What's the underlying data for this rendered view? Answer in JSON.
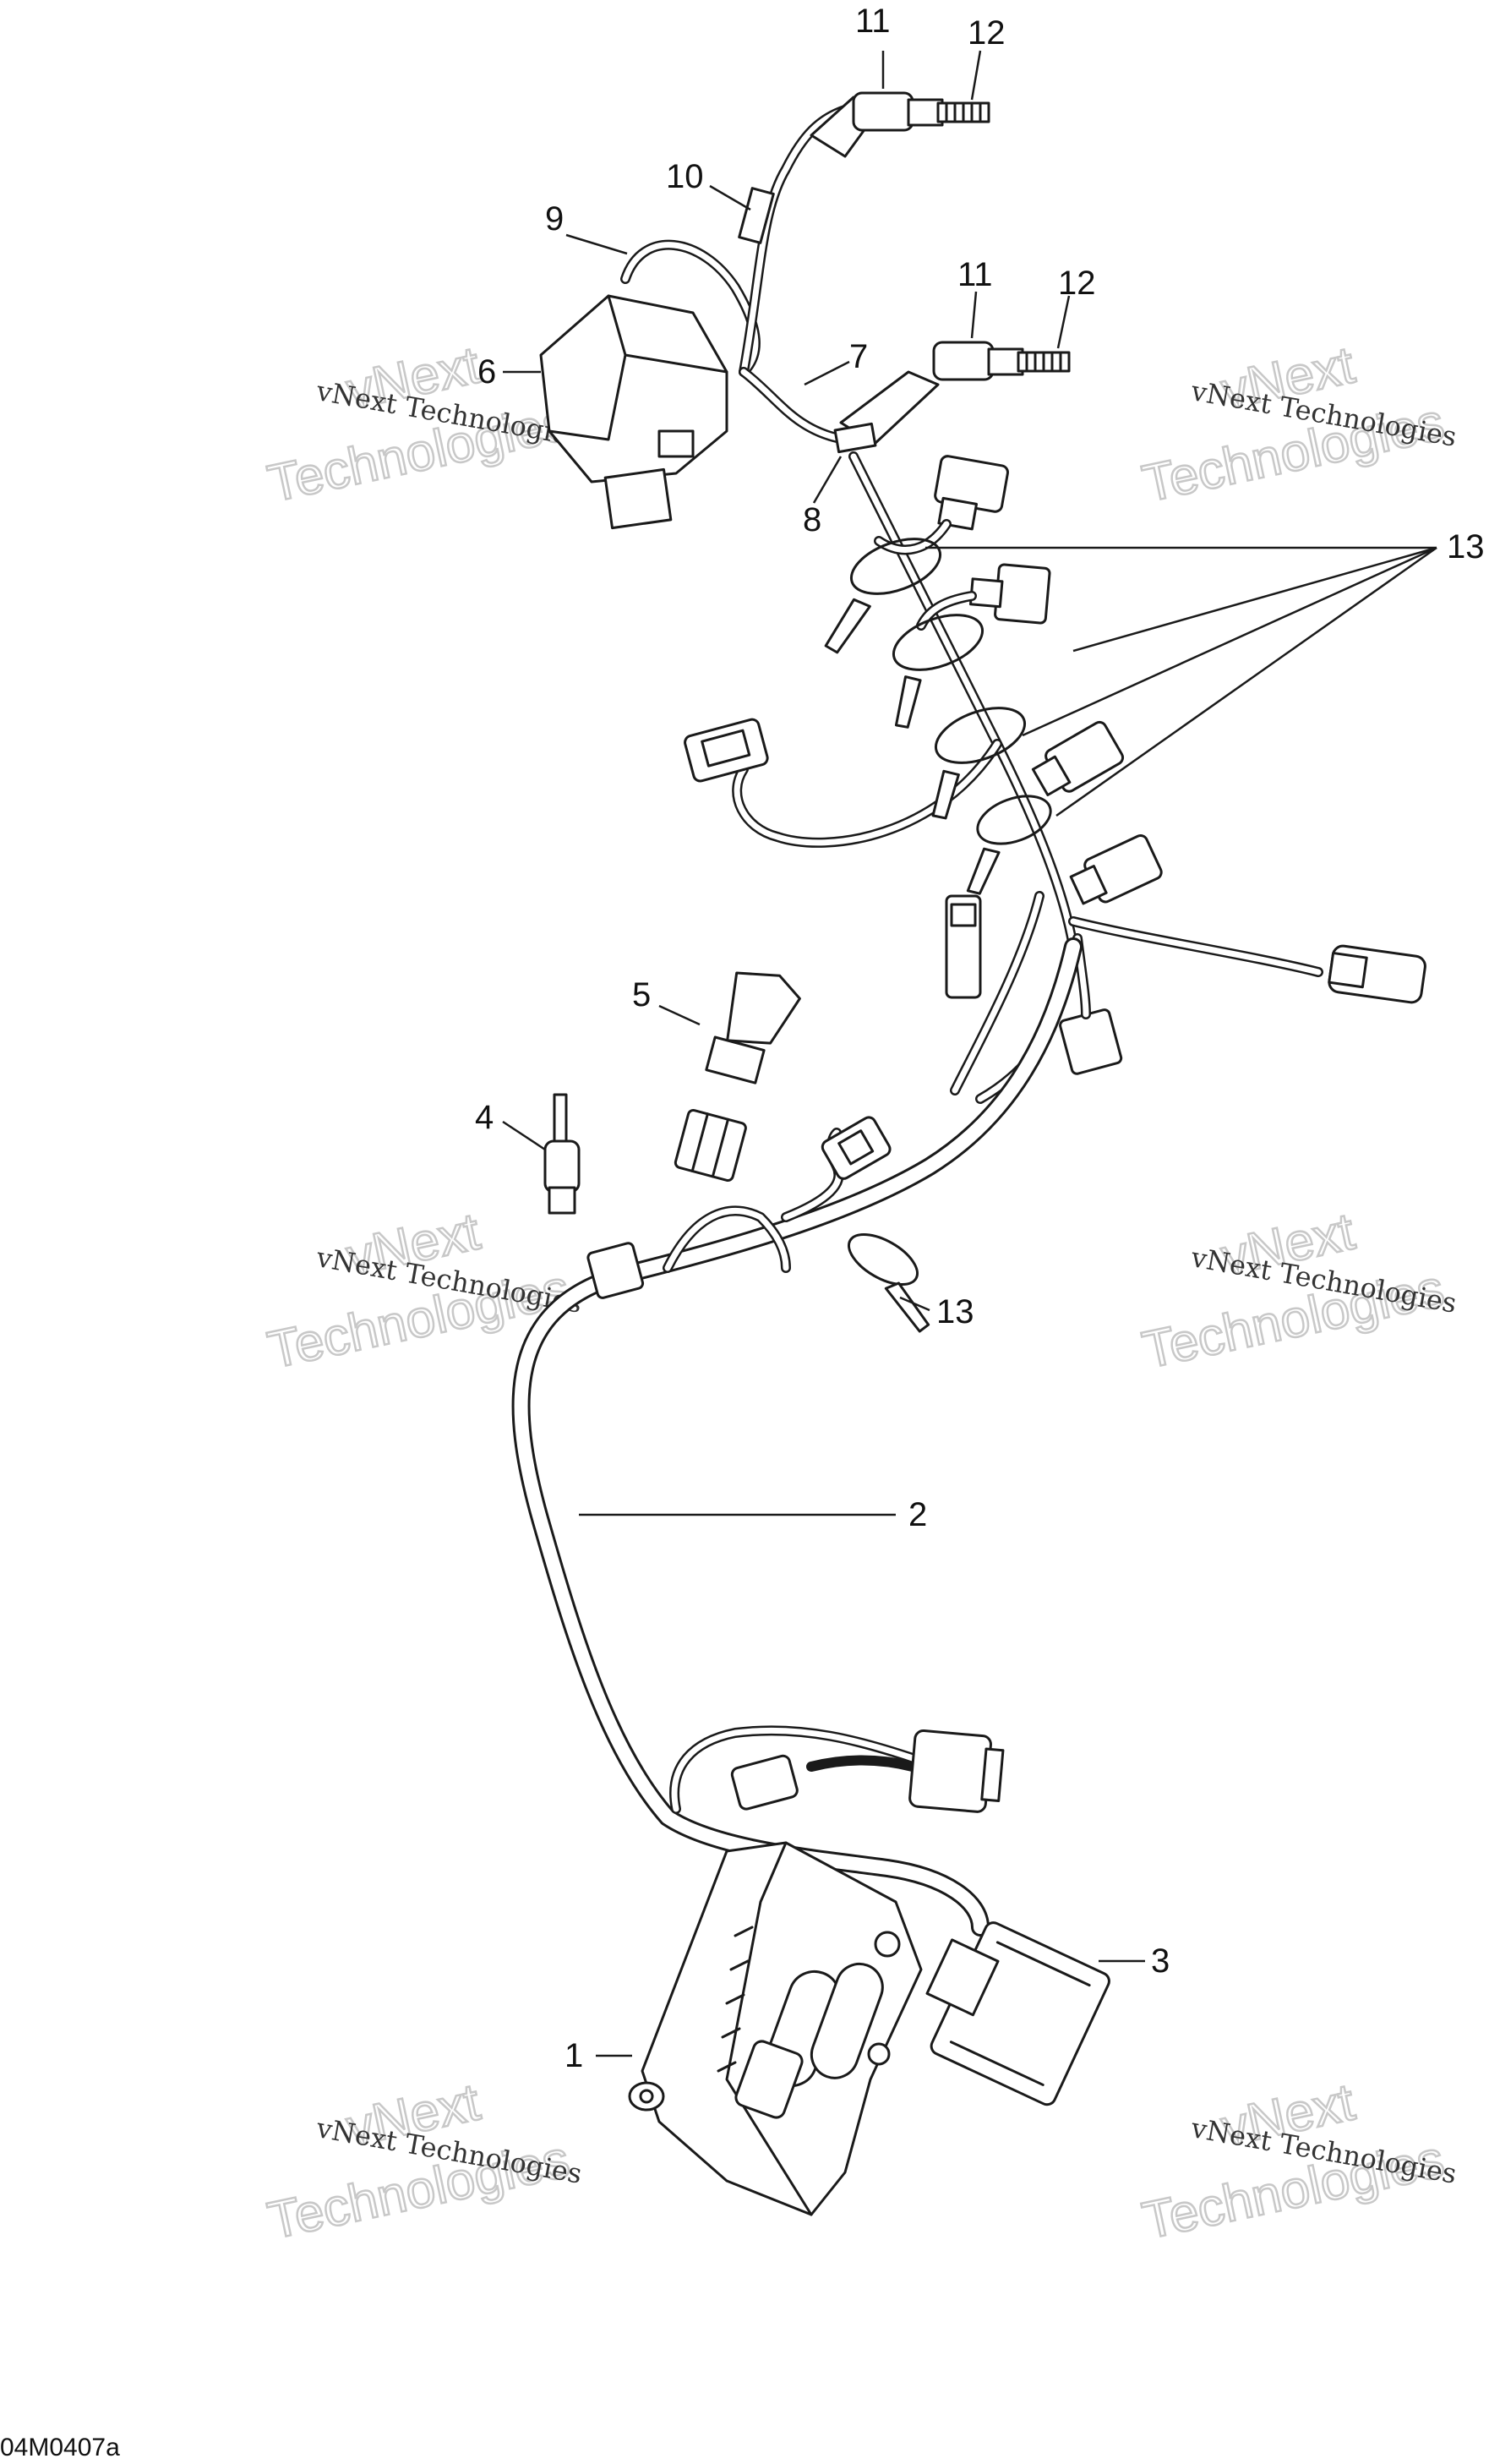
{
  "diagram_code": "04M0407a",
  "watermark": {
    "line1": "vNext Technologies",
    "big_top": "vNext",
    "big_bottom": "Technologies"
  },
  "callouts": [
    {
      "id": "c11a",
      "label": "11"
    },
    {
      "id": "c12a",
      "label": "12"
    },
    {
      "id": "c10",
      "label": "10"
    },
    {
      "id": "c9",
      "label": "9"
    },
    {
      "id": "c11b",
      "label": "11"
    },
    {
      "id": "c12b",
      "label": "12"
    },
    {
      "id": "c6",
      "label": "6"
    },
    {
      "id": "c7",
      "label": "7"
    },
    {
      "id": "c8",
      "label": "8"
    },
    {
      "id": "c13a",
      "label": "13"
    },
    {
      "id": "c5",
      "label": "5"
    },
    {
      "id": "c4",
      "label": "4"
    },
    {
      "id": "c13b",
      "label": "13"
    },
    {
      "id": "c2",
      "label": "2"
    },
    {
      "id": "c3",
      "label": "3"
    },
    {
      "id": "c1",
      "label": "1"
    }
  ]
}
